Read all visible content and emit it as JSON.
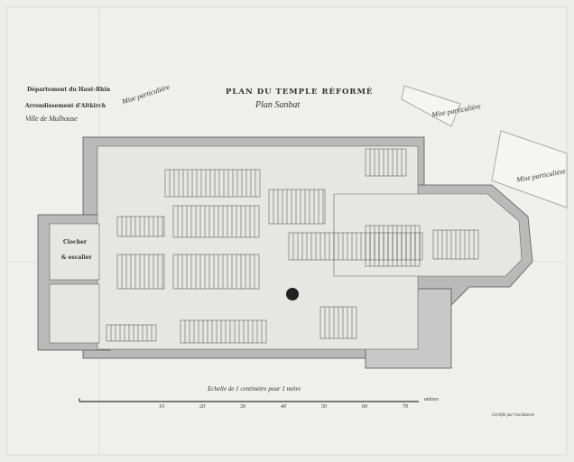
{
  "header": {
    "department": "Département du Haut-Rhin",
    "arrondissement": "Arrondissement d'Altkirch",
    "city": "Ville de Mulhouse",
    "stamp_left": "Mise particulière",
    "title": "PLAN DU TEMPLE RÉFORMÉ",
    "subtitle": "Plan Sanbat"
  },
  "annotations": {
    "right_top": "Mise particulière",
    "right_mid": "Mise particulière",
    "tower": "Clocher",
    "tower_sub": "& escalier"
  },
  "scale": {
    "label": "Echelle de 1 centimètre pour 1 mètre",
    "ticks": [
      "10",
      "20",
      "30",
      "40",
      "50",
      "60",
      "70"
    ],
    "unit": "mètres",
    "footnote": "Certifié par l'architecte"
  }
}
